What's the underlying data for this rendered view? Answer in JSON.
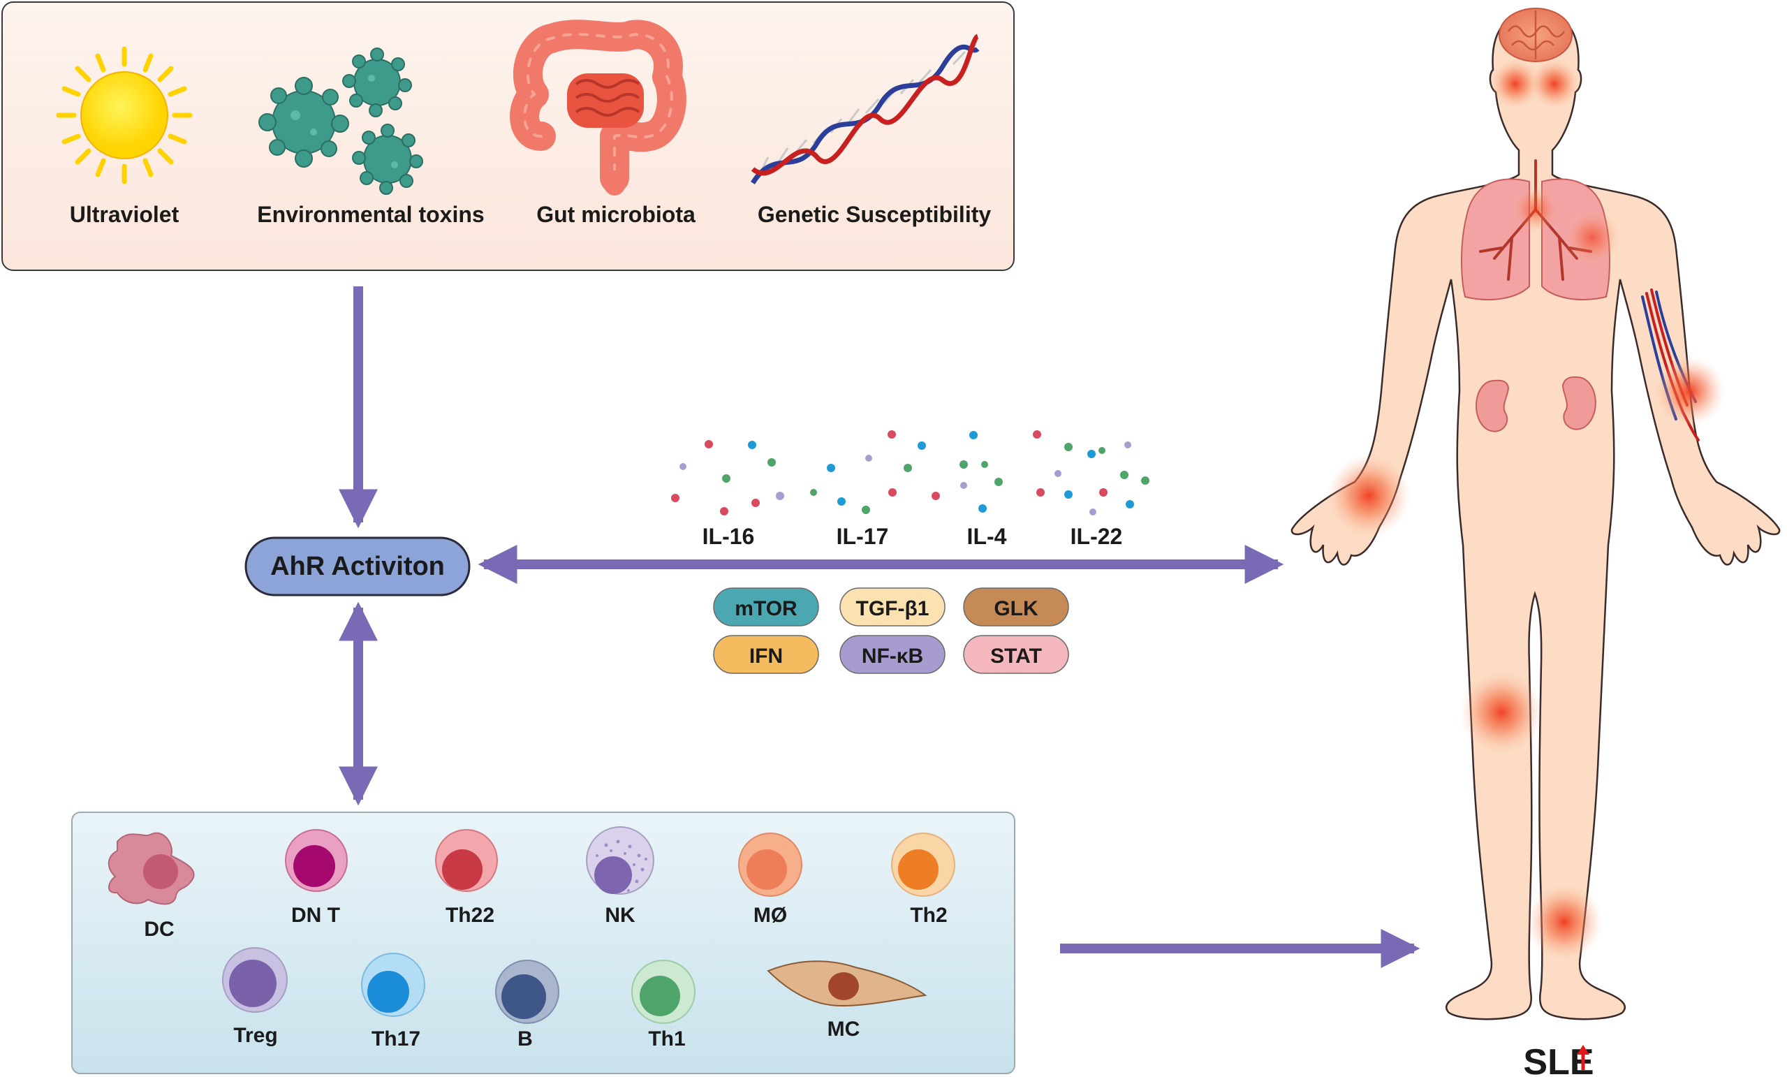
{
  "factors": [
    {
      "label": "Ultraviolet",
      "icon": "sun-icon"
    },
    {
      "label": "Environmental toxins",
      "icon": "toxin-particles-icon"
    },
    {
      "label": "Gut microbiota",
      "icon": "intestine-icon"
    },
    {
      "label": "Genetic Susceptibility",
      "icon": "dna-helix-icon"
    }
  ],
  "ahr_label": "AhR Activiton",
  "cytokines": [
    "IL-16",
    "IL-17",
    "IL-4",
    "IL-22"
  ],
  "pathways": [
    {
      "label": "mTOR",
      "color": "#4ba8b3"
    },
    {
      "label": "TGF-β1",
      "color": "#fbe2b0"
    },
    {
      "label": "GLK",
      "color": "#c58a55"
    },
    {
      "label": "IFN",
      "color": "#f4bc5e"
    },
    {
      "label": "NF-κB",
      "color": "#a89bd0"
    },
    {
      "label": "STAT",
      "color": "#f4b7bd"
    }
  ],
  "cells": [
    {
      "label": "DC",
      "outer": "#d88a9a",
      "inner": "#c25a76"
    },
    {
      "label": "DN T",
      "outer": "#e9a0c2",
      "inner": "#a5096e"
    },
    {
      "label": "Th22",
      "outer": "#f3a7ad",
      "inner": "#c73a45"
    },
    {
      "label": "NK",
      "outer": "#d9d2ea",
      "inner": "#7d65b0"
    },
    {
      "label": "MØ",
      "outer": "#f6ae8b",
      "inner": "#ee7e5a"
    },
    {
      "label": "Th2",
      "outer": "#fad6a6",
      "inner": "#ee7e26"
    },
    {
      "label": "Treg",
      "outer": "#c9c1e2",
      "inner": "#7a62ab"
    },
    {
      "label": "Th17",
      "outer": "#b3ddf4",
      "inner": "#1a8cd8"
    },
    {
      "label": "B",
      "outer": "#a9b6ce",
      "inner": "#3f5788"
    },
    {
      "label": "Th1",
      "outer": "#cde9d1",
      "inner": "#4fa46a"
    },
    {
      "label": "MC",
      "outer": "#e0b58c",
      "inner": "#a2452d"
    }
  ],
  "outcome": {
    "label": "SLE",
    "arrow_icon": "up-arrow-icon"
  },
  "colors": {
    "arrow": "#7a69b5",
    "ahr_fill": "#8ca4d8",
    "skin": "#fcdcc4",
    "inflammation": "#f04a2a"
  }
}
